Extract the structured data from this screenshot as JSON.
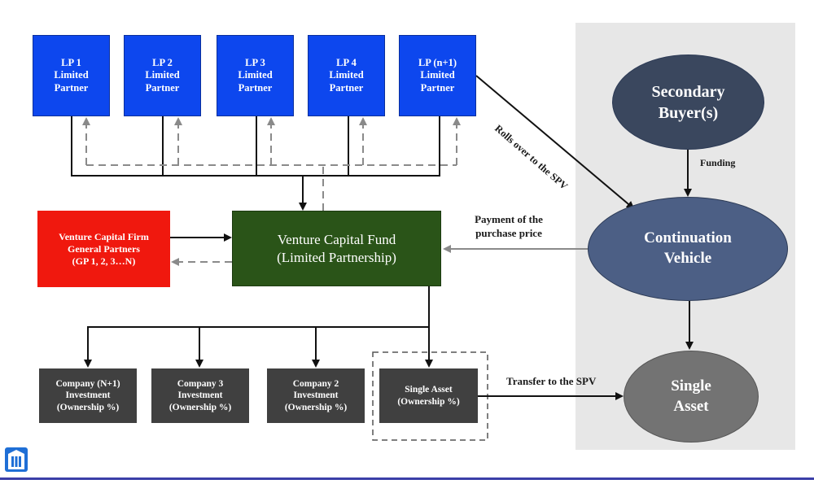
{
  "limited_partners": [
    {
      "label": "LP 1\nLimited\nPartner"
    },
    {
      "label": "LP 2\nLimited\nPartner"
    },
    {
      "label": "LP 3\nLimited\nPartner"
    },
    {
      "label": "LP 4\nLimited\nPartner"
    },
    {
      "label": "LP (n+1)\nLimited\nPartner"
    }
  ],
  "gp": {
    "label": "Venture Capital Firm\nGeneral Partners\n(GP 1, 2, 3…N)"
  },
  "fund": {
    "label": "Venture Capital Fund\n(Limited Partnership)"
  },
  "companies": [
    {
      "label": "Company (N+1)\nInvestment\n(Ownership %)"
    },
    {
      "label": "Company 3\nInvestment\n(Ownership %)"
    },
    {
      "label": "Company 2\nInvestment\n(Ownership %)"
    },
    {
      "label": "Single Asset\n(Ownership %)"
    }
  ],
  "spv": {
    "secondary_buyers": "Secondary\nBuyer(s)",
    "continuation_vehicle": "Continuation\nVehicle",
    "single_asset": "Single\nAsset"
  },
  "edge_labels": {
    "rolls_over": "Rolls over to the SPV",
    "funding": "Funding",
    "payment": "Payment of the\npurchase price",
    "transfer": "Transfer to the SPV"
  },
  "colors": {
    "lp_blue": "#0d47ee",
    "gp_red": "#f0180e",
    "fund_green": "#2a5418",
    "company_gray": "#404040",
    "panel_gray": "#e7e7e7",
    "ellipse_dark": "#3a475e",
    "ellipse_mid": "#4c5f85",
    "ellipse_gray": "#737373"
  },
  "icons": [
    "building-logo-icon"
  ]
}
